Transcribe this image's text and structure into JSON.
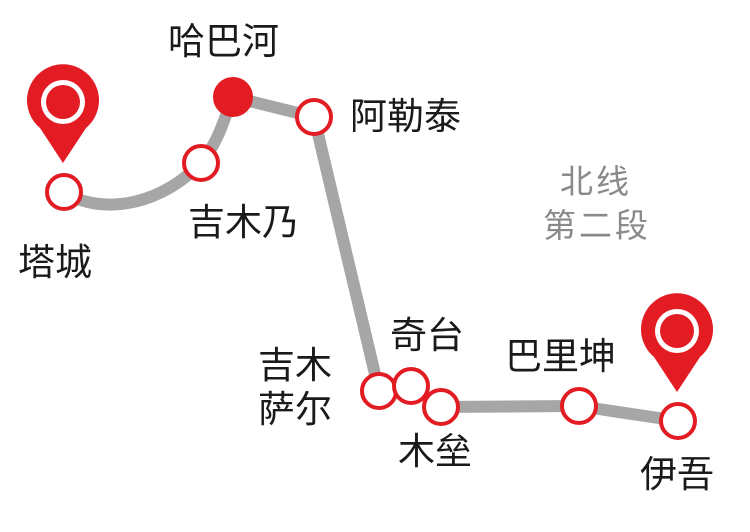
{
  "colors": {
    "accent": "#e31b23",
    "track": "#a6a6a6",
    "text": "#1a1a1a",
    "subtitle": "#8a8a8a"
  },
  "section_title": {
    "line1": "北线",
    "line2": "第二段"
  },
  "stations": [
    {
      "name": "塔城",
      "type": "terminal"
    },
    {
      "name": "吉木乃",
      "type": "stop"
    },
    {
      "name": "哈巴河",
      "type": "highlight"
    },
    {
      "name": "阿勒泰",
      "type": "stop"
    },
    {
      "name_line1": "吉木",
      "name_line2": "萨尔",
      "type": "stop"
    },
    {
      "name": "奇台",
      "type": "stop"
    },
    {
      "name": "木垒",
      "type": "stop"
    },
    {
      "name": "巴里坤",
      "type": "stop"
    },
    {
      "name": "伊吾",
      "type": "terminal"
    }
  ],
  "icons": {
    "start_pin": "map-pin-icon",
    "end_pin": "map-pin-icon"
  }
}
